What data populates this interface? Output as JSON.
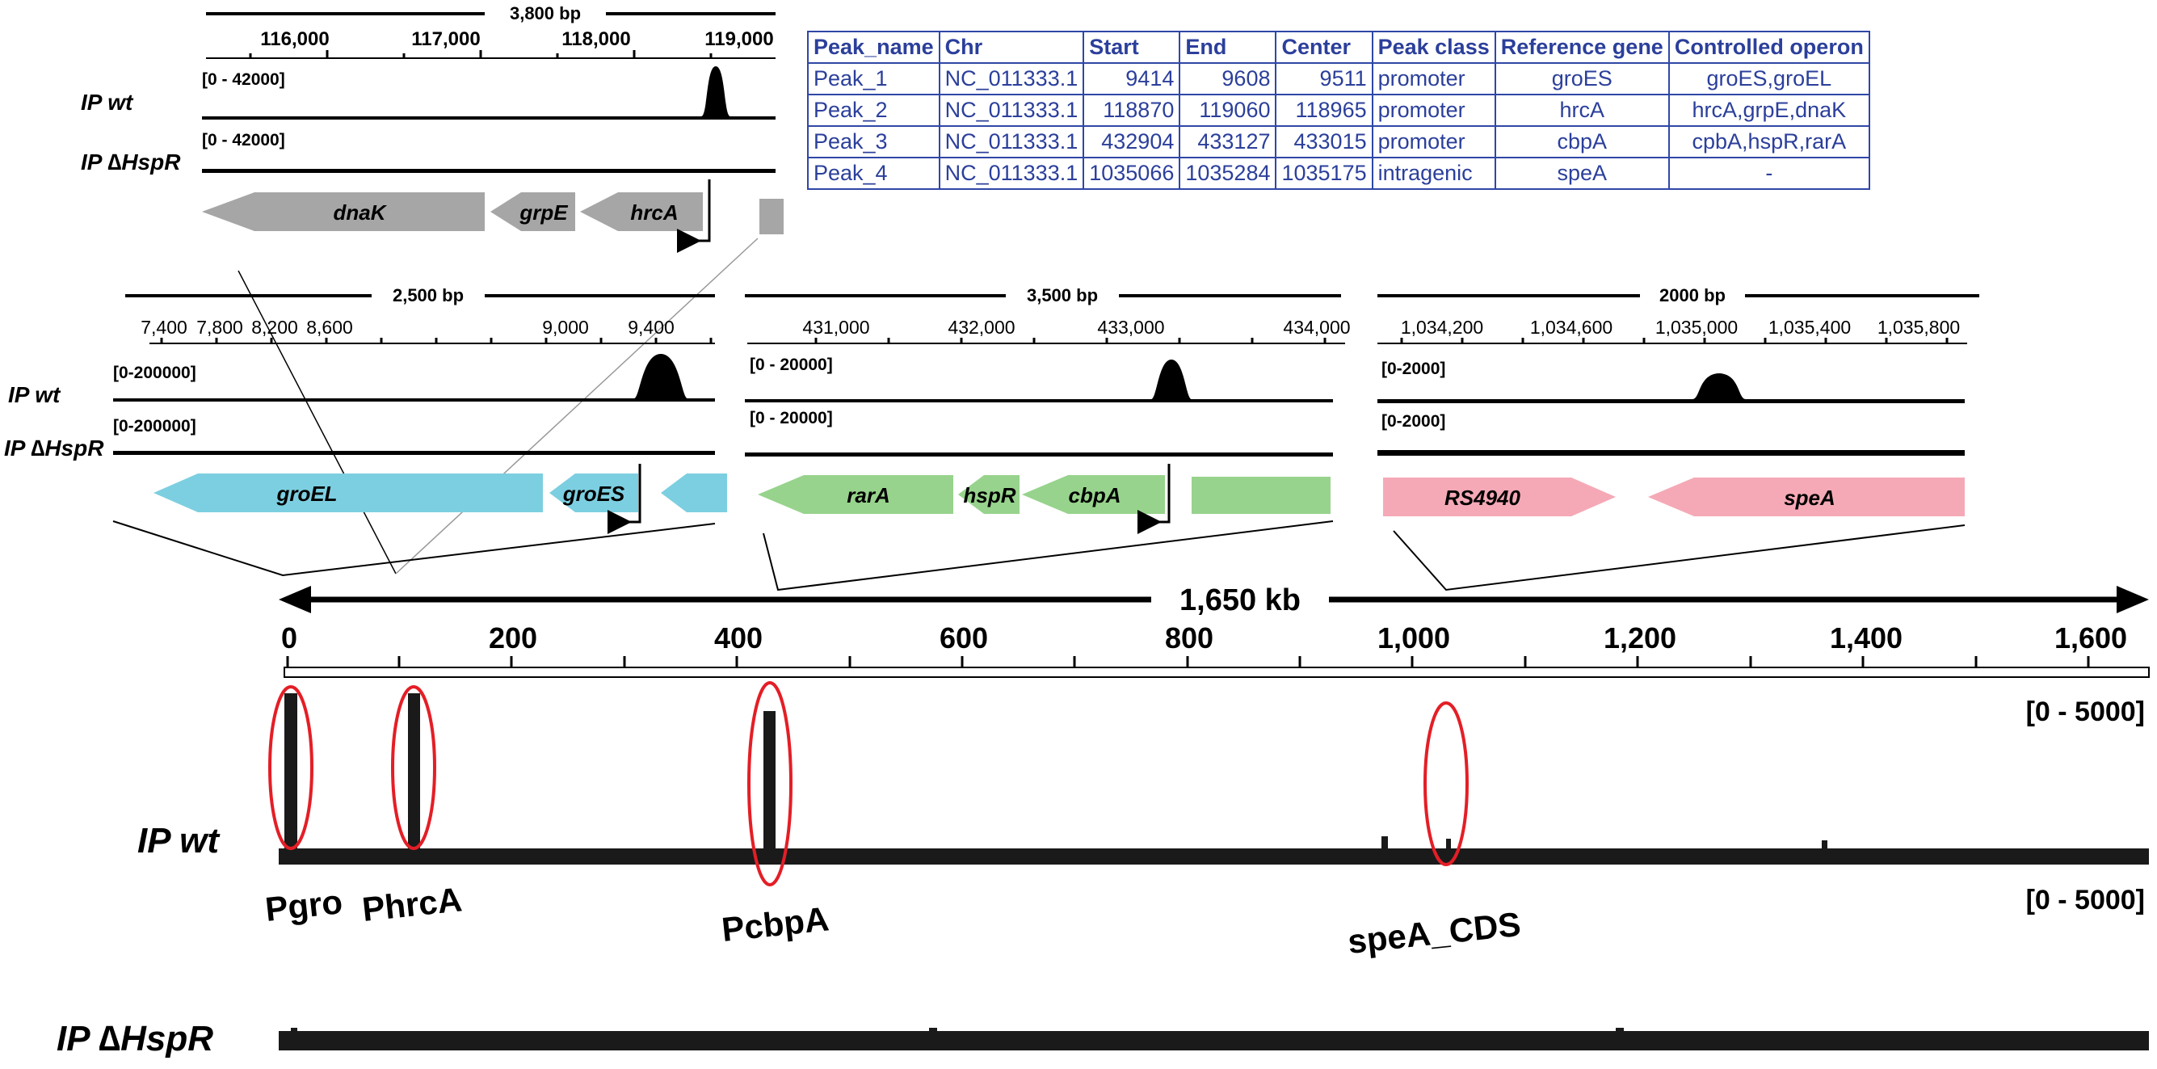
{
  "table": {
    "headers": [
      "Peak_name",
      "Chr",
      "Start",
      "End",
      "Center",
      "Peak class",
      "Reference gene",
      "Controlled operon"
    ],
    "rows": [
      [
        "Peak_1",
        "NC_011333.1",
        "9414",
        "9608",
        "9511",
        "promoter",
        "groES",
        "groES,groEL"
      ],
      [
        "Peak_2",
        "NC_011333.1",
        "118870",
        "119060",
        "118965",
        "promoter",
        "hrcA",
        "hrcA,grpE,dnaK"
      ],
      [
        "Peak_3",
        "NC_011333.1",
        "432904",
        "433127",
        "433015",
        "promoter",
        "cbpA",
        "cpbA,hspR,rarA"
      ],
      [
        "Peak_4",
        "NC_011333.1",
        "1035066",
        "1035284",
        "1035175",
        "intragenic",
        "speA",
        "-"
      ]
    ]
  },
  "panels": {
    "top": {
      "span_label": "3,800 bp",
      "ticks": [
        "116,000",
        "117,000",
        "118,000",
        "119,000"
      ],
      "range_wt": "[0 - 42000]",
      "range_mut": "[0 - 42000]",
      "track_wt": "IP wt",
      "track_mut": "IP ∆HspR",
      "genes": [
        "dnaK",
        "grpE",
        "hrcA"
      ],
      "gene_color": "#a6a6a6"
    },
    "gro": {
      "span_label": "2,500 bp",
      "ticks": [
        "7,400",
        "7,800",
        "8,200",
        "8,600",
        "9,000",
        "9,400"
      ],
      "range_wt": "[0-200000]",
      "range_mut": "[0-200000]",
      "track_wt": "IP wt",
      "track_mut": "IP ∆HspR",
      "genes": [
        "groEL",
        "groES"
      ],
      "gene_color": "#7ccfe0"
    },
    "cbp": {
      "span_label": "3,500 bp",
      "ticks": [
        "431,000",
        "432,000",
        "433,000",
        "434,000"
      ],
      "range_wt": "[0 - 20000]",
      "range_mut": "[0 - 20000]",
      "genes": [
        "rarA",
        "hspR",
        "cbpA"
      ],
      "gene_color": "#97d38c"
    },
    "spe": {
      "span_label": "2000 bp",
      "ticks": [
        "1,034,200",
        "1,034,600",
        "1,035,000",
        "1,035,400",
        "1,035,800"
      ],
      "range_wt": "[0-2000]",
      "range_mut": "[0-2000]",
      "genes": [
        "RS4940",
        "speA"
      ],
      "gene_color": "#f5a9b6"
    }
  },
  "genome": {
    "span_label": "1,650 kb",
    "ticks": [
      "0",
      "200",
      "400",
      "600",
      "800",
      "1,000",
      "1,200",
      "1,400",
      "1,600"
    ],
    "range_wt": "[0 - 5000]",
    "range_mut": "[0 - 5000]",
    "track_wt": "IP wt",
    "track_mut": "IP ∆HspR",
    "peak_labels": [
      "Pgro",
      "PhrcA",
      "PcbpA",
      "speA_CDS"
    ],
    "highlight_color": "#e41e26"
  }
}
